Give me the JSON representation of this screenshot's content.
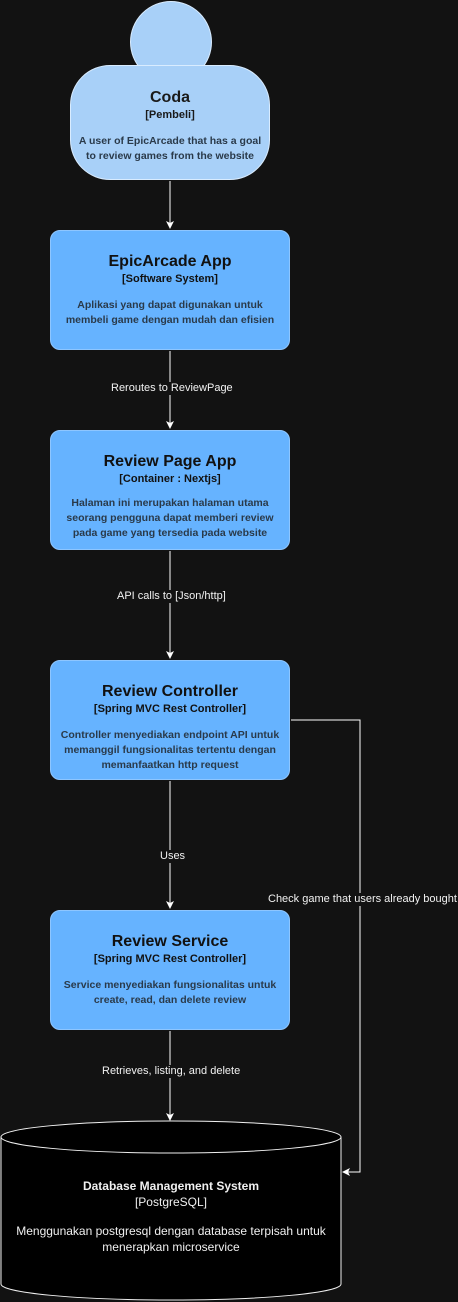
{
  "person": {
    "name": "Coda",
    "type": "[Pembeli]",
    "description": "A user of EpicArcade that has a goal to review games from the website"
  },
  "nodes": {
    "epicarcade": {
      "title": "EpicArcade App",
      "type": "[Software System]",
      "description": "Aplikasi yang dapat digunakan untuk membeli game dengan mudah dan efisien"
    },
    "review_page": {
      "title": "Review Page App",
      "type": "[Container : Nextjs]",
      "description": "Halaman ini merupakan halaman utama seorang pengguna dapat memberi review pada game yang tersedia pada website"
    },
    "review_controller": {
      "title": "Review Controller",
      "type": "[Spring MVC Rest Controller]",
      "description": "Controller menyediakan endpoint API untuk memanggil fungsionalitas tertentu dengan memanfaatkan http request"
    },
    "review_service": {
      "title": "Review Service",
      "type": "[Spring MVC Rest Controller]",
      "description": "Service menyediakan fungsionalitas untuk create, read, dan delete review"
    }
  },
  "database": {
    "title": "Database Management System",
    "type": "[PostgreSQL]",
    "description": "Menggunakan postgresql dengan database terpisah untuk menerapkan microservice"
  },
  "edges": {
    "reroutes": "Reroutes to ReviewPage",
    "api_calls": "API calls to [Json/http]",
    "uses": "Uses",
    "check_game": "Check game that users already bought",
    "retrieves": "Retrieves, listing, and delete"
  },
  "colors": {
    "background": "#121212",
    "person_fill": "#a8d0f8",
    "node_fill": "#66b3ff",
    "database_fill": "#000000",
    "edge": "#ffffff"
  }
}
